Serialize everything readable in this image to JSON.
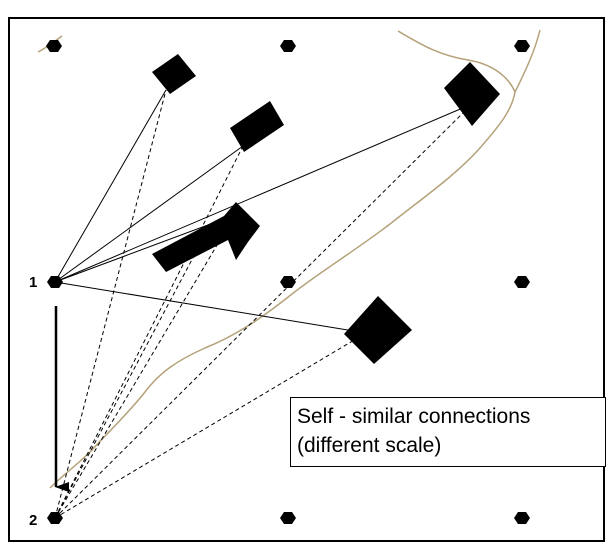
{
  "diagram": {
    "node_labels": {
      "node_1": "1",
      "node_2": "2"
    },
    "caption": {
      "line1": "Self - similar connections",
      "line2": "(different scale)"
    },
    "colors": {
      "line": "#000000",
      "boundary_curve": "#b5a27a",
      "background": "#ffffff"
    }
  }
}
